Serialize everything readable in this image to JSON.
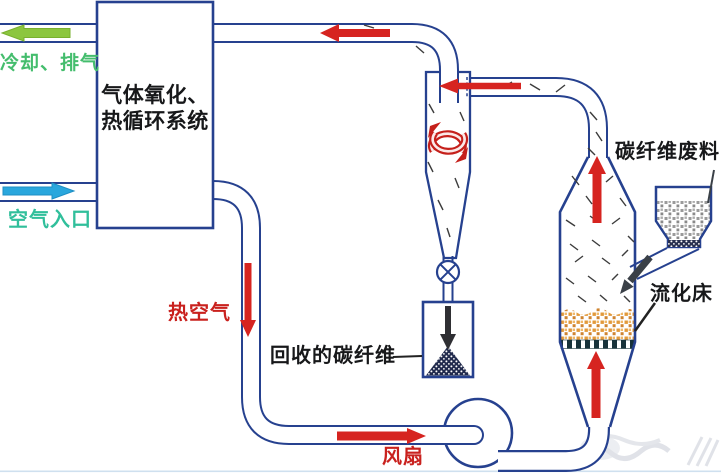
{
  "labels": {
    "exhaust": "冷却、排气",
    "air_inlet": "空气入口",
    "system_line1": "气体氧化、",
    "system_line2": "热循环系统",
    "hot_air": "热空气",
    "recovered_fiber": "回收的碳纤维",
    "fan": "风扇",
    "waste_fiber": "碳纤维废料",
    "fluidized_bed": "流化床"
  },
  "colors": {
    "pipe_outline": "#26418f",
    "red_arrow": "#d62420",
    "green_arrow": "#8cc63f",
    "cyan_arrow": "#2aa7dd",
    "green_text": "#44bd6d",
    "teal_text": "#30bf9b",
    "red_text": "#c9211e",
    "black_text": "#17181a",
    "bed_particles": "#e2993a",
    "distributor_plate": "#17323a",
    "recovered_pile": "#212a4d"
  },
  "arrows": [
    {
      "name": "exhaust-arrow",
      "direction": "left",
      "color": "#8cc63f"
    },
    {
      "name": "air-inlet-arrow",
      "direction": "right",
      "color": "#2aa7dd"
    },
    {
      "name": "top-return-arrow",
      "direction": "left",
      "color": "#d62420"
    },
    {
      "name": "cyclone-inlet-arrow",
      "direction": "left",
      "color": "#d62420"
    },
    {
      "name": "hot-air-down-arrow",
      "direction": "down",
      "color": "#d62420"
    },
    {
      "name": "bottom-flow-arrow",
      "direction": "right",
      "color": "#d62420"
    },
    {
      "name": "reactor-lower-up-arrow",
      "direction": "up",
      "color": "#d62420"
    },
    {
      "name": "reactor-upper-up-arrow",
      "direction": "up",
      "color": "#d62420"
    },
    {
      "name": "cyclone-vortex-arrows",
      "direction": "circular",
      "color": "#d62420"
    },
    {
      "name": "feed-chute-arrow",
      "direction": "down-left",
      "color": "#3a4047"
    },
    {
      "name": "collection-drop-arrow",
      "direction": "down",
      "color": "#2f2f33"
    }
  ],
  "shapes": [
    "gas-oxidation-box",
    "cyclone-separator",
    "rotary-valve",
    "collection-box",
    "centrifugal-fan",
    "fluidized-bed-reactor",
    "waste-hopper",
    "feed-chute",
    "distributor-plate",
    "fluidized-bed-layer",
    "recovered-fiber-pile"
  ]
}
